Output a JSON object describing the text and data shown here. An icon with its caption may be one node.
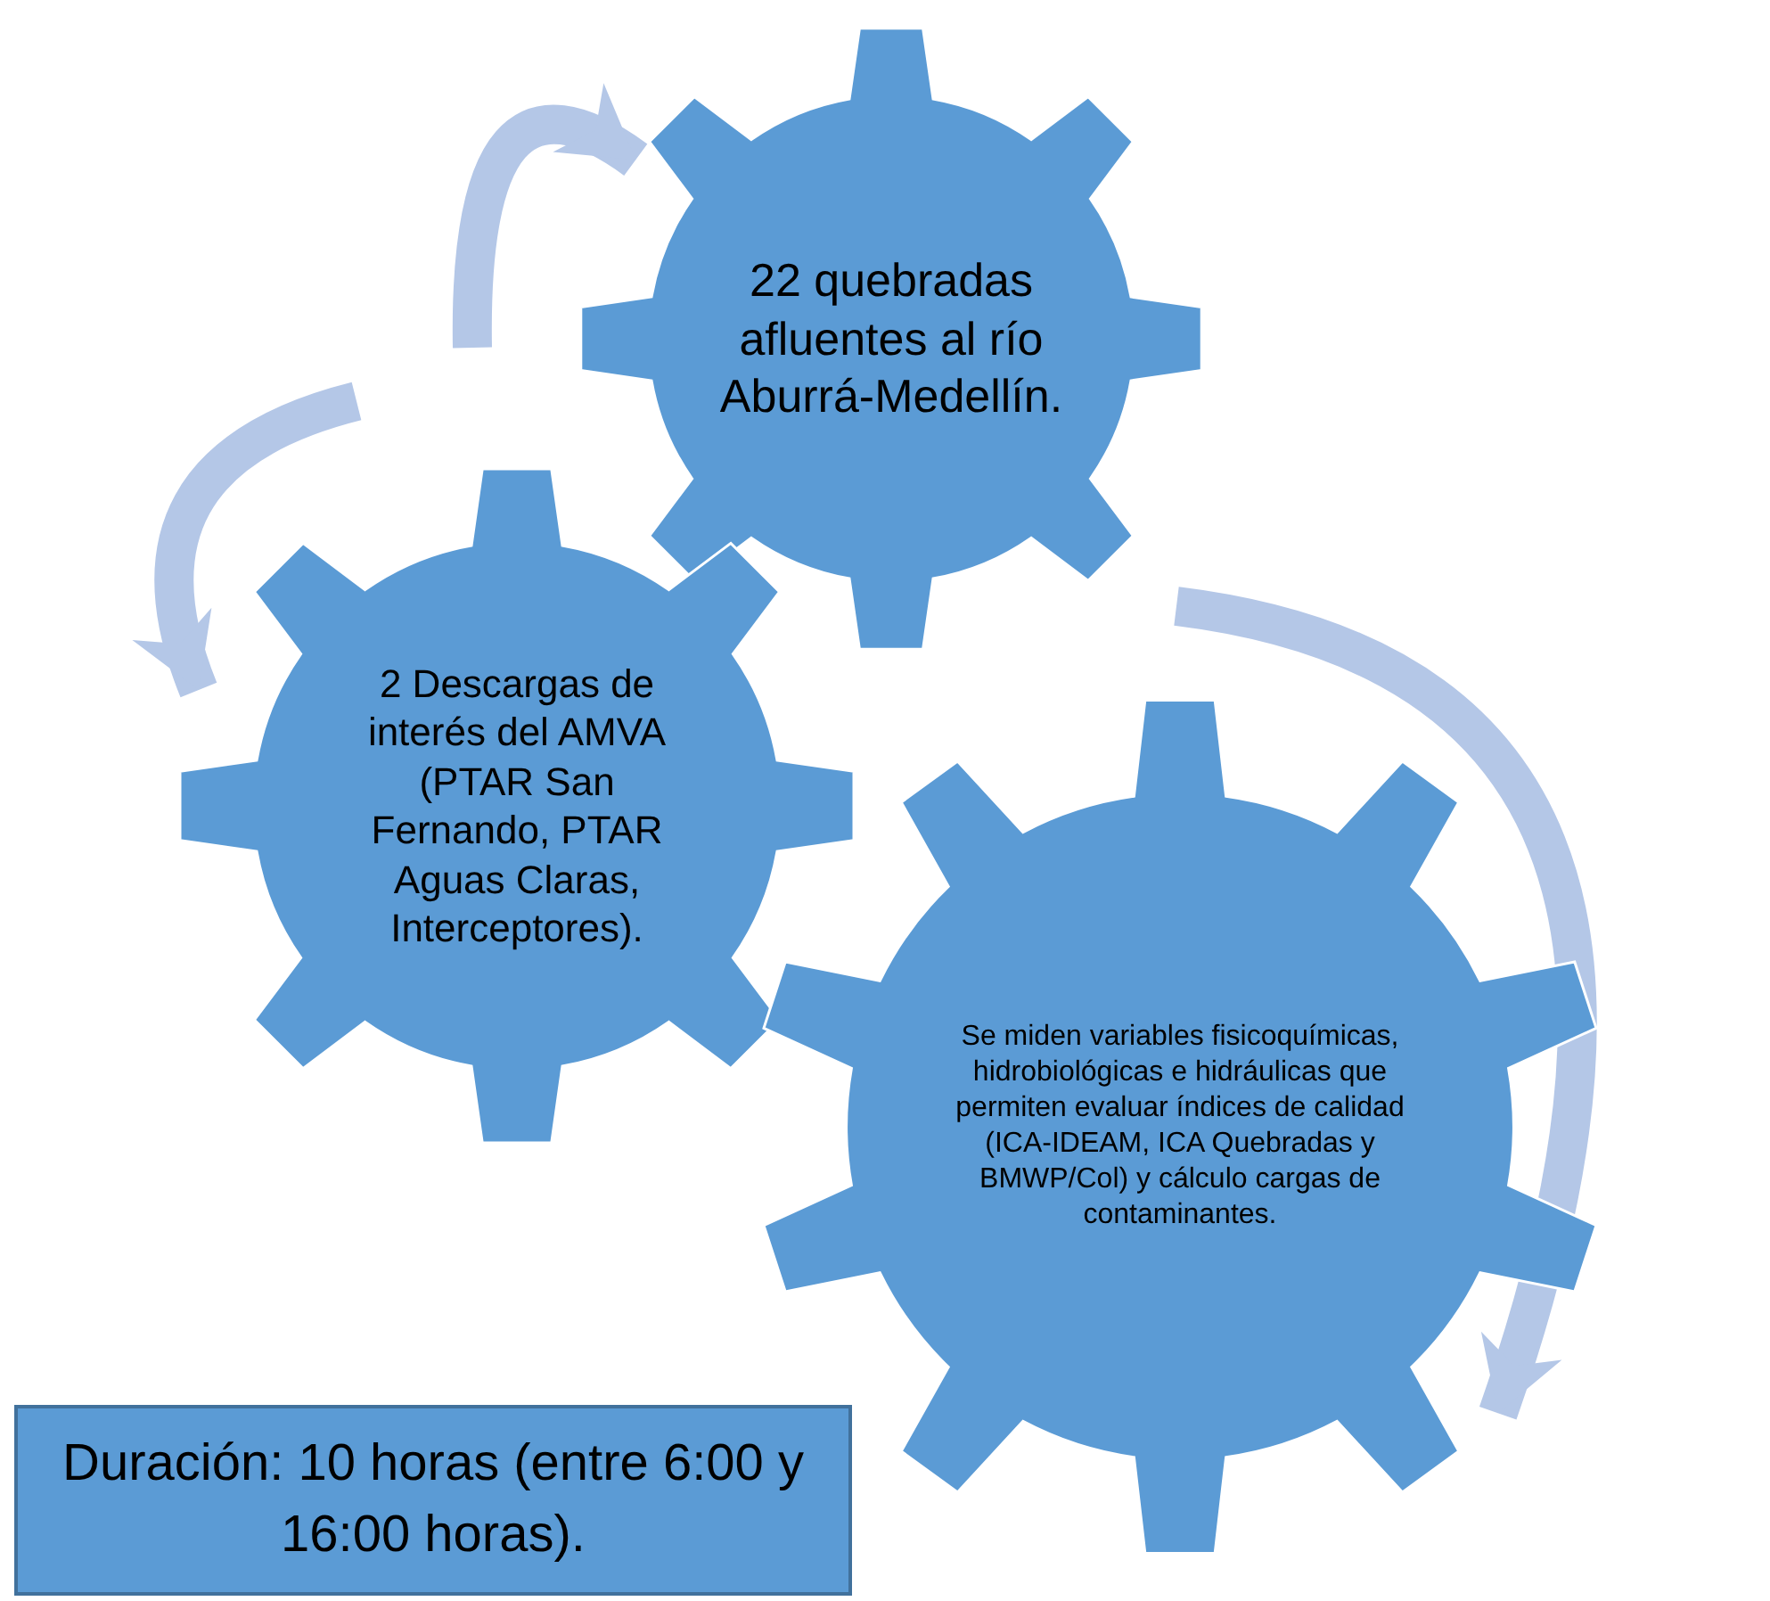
{
  "diagram": {
    "nodes": [
      {
        "text": [
          "22 quebradas afluentes al río Aburrá-Medellín."
        ]
      },
      {
        "text": [
          "2 Descargas de interés del AMVA (PTAR San Fernando, PTAR Aguas Claras, Interceptores)."
        ]
      },
      {
        "text": [
          "Se miden variables fisicoquímicas, hidrobiológicas e hidráulicas que permiten evaluar índices de calidad (ICA-IDEAM, ICA Quebradas y BMWP/Col) y cálculo cargas de contaminantes."
        ]
      },
      {
        "text": [
          "Duración: 10 horas (entre 6:00 y 16:00 horas)."
        ]
      }
    ],
    "edges": [
      {
        "from": null,
        "to": 0,
        "arrow": "to"
      },
      {
        "from": null,
        "to": 1,
        "arrow": "to"
      },
      {
        "from": null,
        "to": 2,
        "arrow": "to"
      }
    ]
  }
}
